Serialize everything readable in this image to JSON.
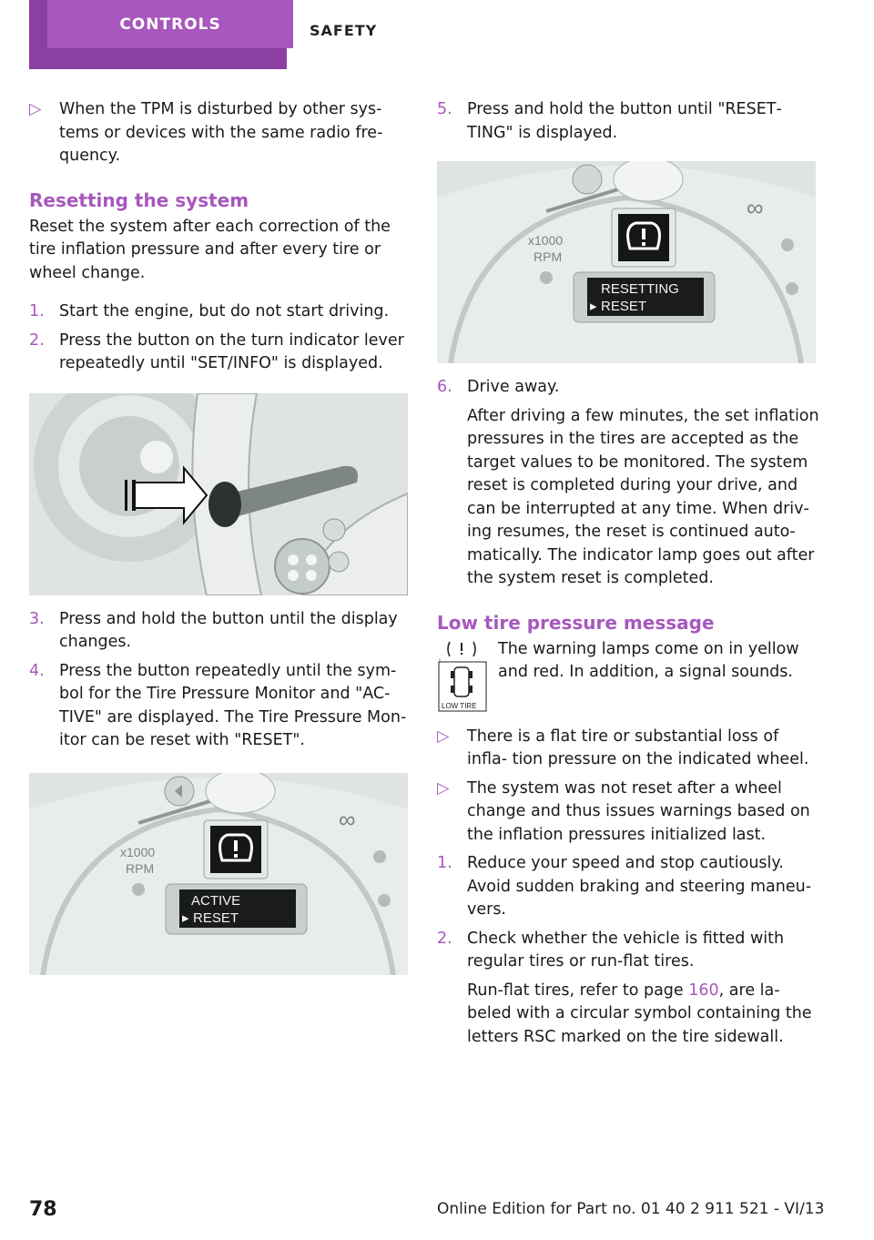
{
  "header": {
    "active_tab": "CONTROLS",
    "inactive_tab": "SAFETY"
  },
  "left": {
    "bullet_1": "When the TPM is disturbed by other sys‐ tems or devices with the same radio fre‐ quency.",
    "heading_reset": "Resetting the system",
    "reset_intro": "Reset the system after each correction of the tire inflation pressure and after every tire or wheel change.",
    "steps_a": [
      {
        "num": "1.",
        "text": "Start the engine, but do not start driving."
      },
      {
        "num": "2.",
        "text": "Press the button on the turn indicator lever repeatedly until \"SET/INFO\" is displayed."
      }
    ],
    "steps_b": [
      {
        "num": "3.",
        "text": "Press and hold the button until the display changes."
      },
      {
        "num": "4.",
        "text": "Press the button repeatedly until the sym‐ bol for the Tire Pressure Monitor and \"AC‐ TIVE\" are displayed. The Tire Pressure Mon‐ itor can be reset with \"RESET\"."
      }
    ],
    "display_line1": "ACTIVE",
    "display_line2": "RESET"
  },
  "right": {
    "step_5_num": "5.",
    "step_5_text": "Press and hold the button until \"RESET‐ TING\" is displayed.",
    "display_line1": "RESETTING",
    "display_line2": "RESET",
    "step_6_num": "6.",
    "step_6_text": "Drive away.",
    "step_6_detail": "After driving a few minutes, the set inflation pressures in the tires are accepted as the target values to be monitored. The system reset is completed during your drive, and can be interrupted at any time. When driv‐ ing resumes, the reset is continued auto‐ matically. The indicator lamp goes out after the system reset is completed.",
    "heading_low": "Low tire pressure message",
    "low_tire_label": "LOW TIRE",
    "warning_text": "The warning lamps come on in yellow and red. In addition, a signal sounds.",
    "bullets": [
      "There is a flat tire or substantial loss of infla‐ tion pressure on the indicated wheel.",
      "The system was not reset after a wheel change and thus issues warnings based on the inflation pressures initialized last."
    ],
    "step_r1_num": "1.",
    "step_r1_text": "Reduce your speed and stop cautiously. Avoid sudden braking and steering maneu‐ vers.",
    "step_r2_num": "2.",
    "step_r2_text": "Check whether the vehicle is fitted with regular tires or run-flat tires.",
    "runflat_pre": "Run-flat tires, refer to page ",
    "runflat_page": "160",
    "runflat_post": ", are la‐ beled with a circular symbol containing the letters RSC marked on the tire sidewall."
  },
  "footer": {
    "page_number": "78",
    "online_edition": "Online Edition for Part no. 01 40 2 911 521 - VI/13"
  },
  "marker_symbol": "▷",
  "accent_color": "#a757bd"
}
